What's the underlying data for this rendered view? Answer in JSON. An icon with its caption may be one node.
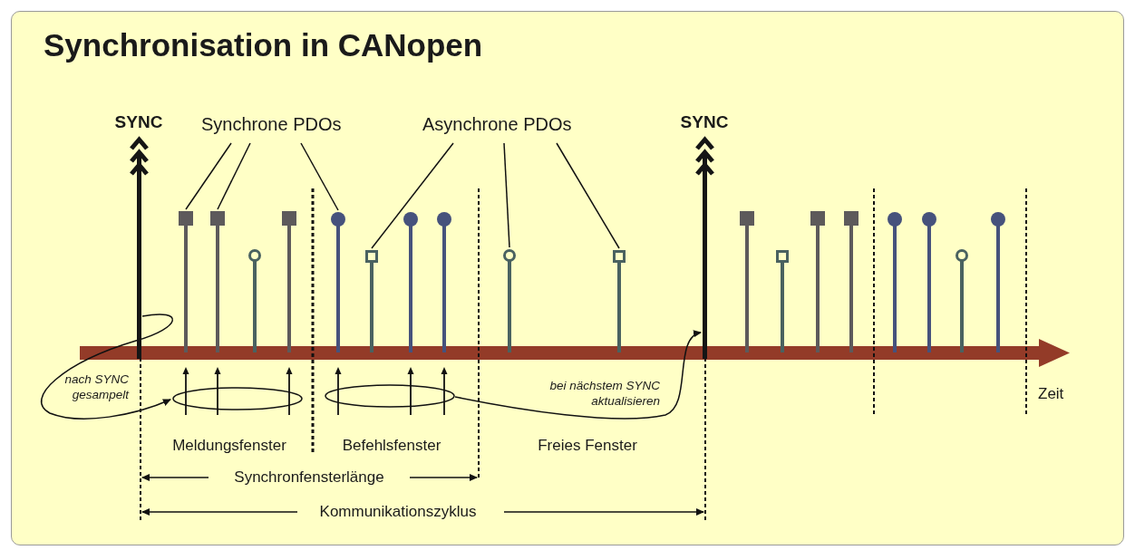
{
  "diagram": {
    "title": "Synchronisation in CANopen",
    "nodes": [
      {
        "text": [
          "SYNC"
        ]
      },
      {
        "text": [
          "Synchrone PDOs"
        ]
      },
      {
        "text": [
          "Asynchrone PDOs"
        ]
      },
      {
        "text": [
          "SYNC"
        ]
      },
      {
        "text": [],
        "shape": "box"
      },
      {
        "text": [],
        "shape": "box"
      },
      {
        "text": [],
        "shape": "circle"
      },
      {
        "text": [],
        "shape": "box"
      },
      {
        "text": [],
        "shape": "circle"
      },
      {
        "text": [],
        "shape": "box"
      },
      {
        "text": [],
        "shape": "circle"
      },
      {
        "text": [],
        "shape": "circle"
      },
      {
        "text": [],
        "shape": "circle"
      },
      {
        "text": [],
        "shape": "box"
      },
      {
        "text": [],
        "shape": "box"
      },
      {
        "text": [],
        "shape": "box"
      },
      {
        "text": [],
        "shape": "box"
      },
      {
        "text": [],
        "shape": "box"
      },
      {
        "text": [],
        "shape": "circle"
      },
      {
        "text": [],
        "shape": "circle"
      },
      {
        "text": [],
        "shape": "circle"
      },
      {
        "text": [],
        "shape": "circle"
      },
      {
        "text": [],
        "shape": "ellipse"
      },
      {
        "text": [],
        "shape": "ellipse"
      }
    ],
    "edges": [
      {
        "from": 1,
        "to": 4,
        "arrow": "none"
      },
      {
        "from": 1,
        "to": 5,
        "arrow": "none"
      },
      {
        "from": 1,
        "to": 8,
        "arrow": "none"
      },
      {
        "from": 2,
        "to": 9,
        "arrow": "none"
      },
      {
        "from": 2,
        "to": 12,
        "arrow": "none"
      },
      {
        "from": 2,
        "to": 13,
        "arrow": "none"
      },
      {
        "from": 0,
        "to": 22,
        "arrow": "to",
        "label": "nach SYNC gesampelt"
      },
      {
        "from": 23,
        "to": 3,
        "arrow": "to",
        "label": "bei nächstem SYNC aktualisieren"
      }
    ],
    "labels": [
      "Zeit",
      "Meldungsfenster",
      "Befehlsfenster",
      "Freies Fenster",
      "Synchronfensterlänge",
      "Kommunikationszyklus"
    ]
  }
}
